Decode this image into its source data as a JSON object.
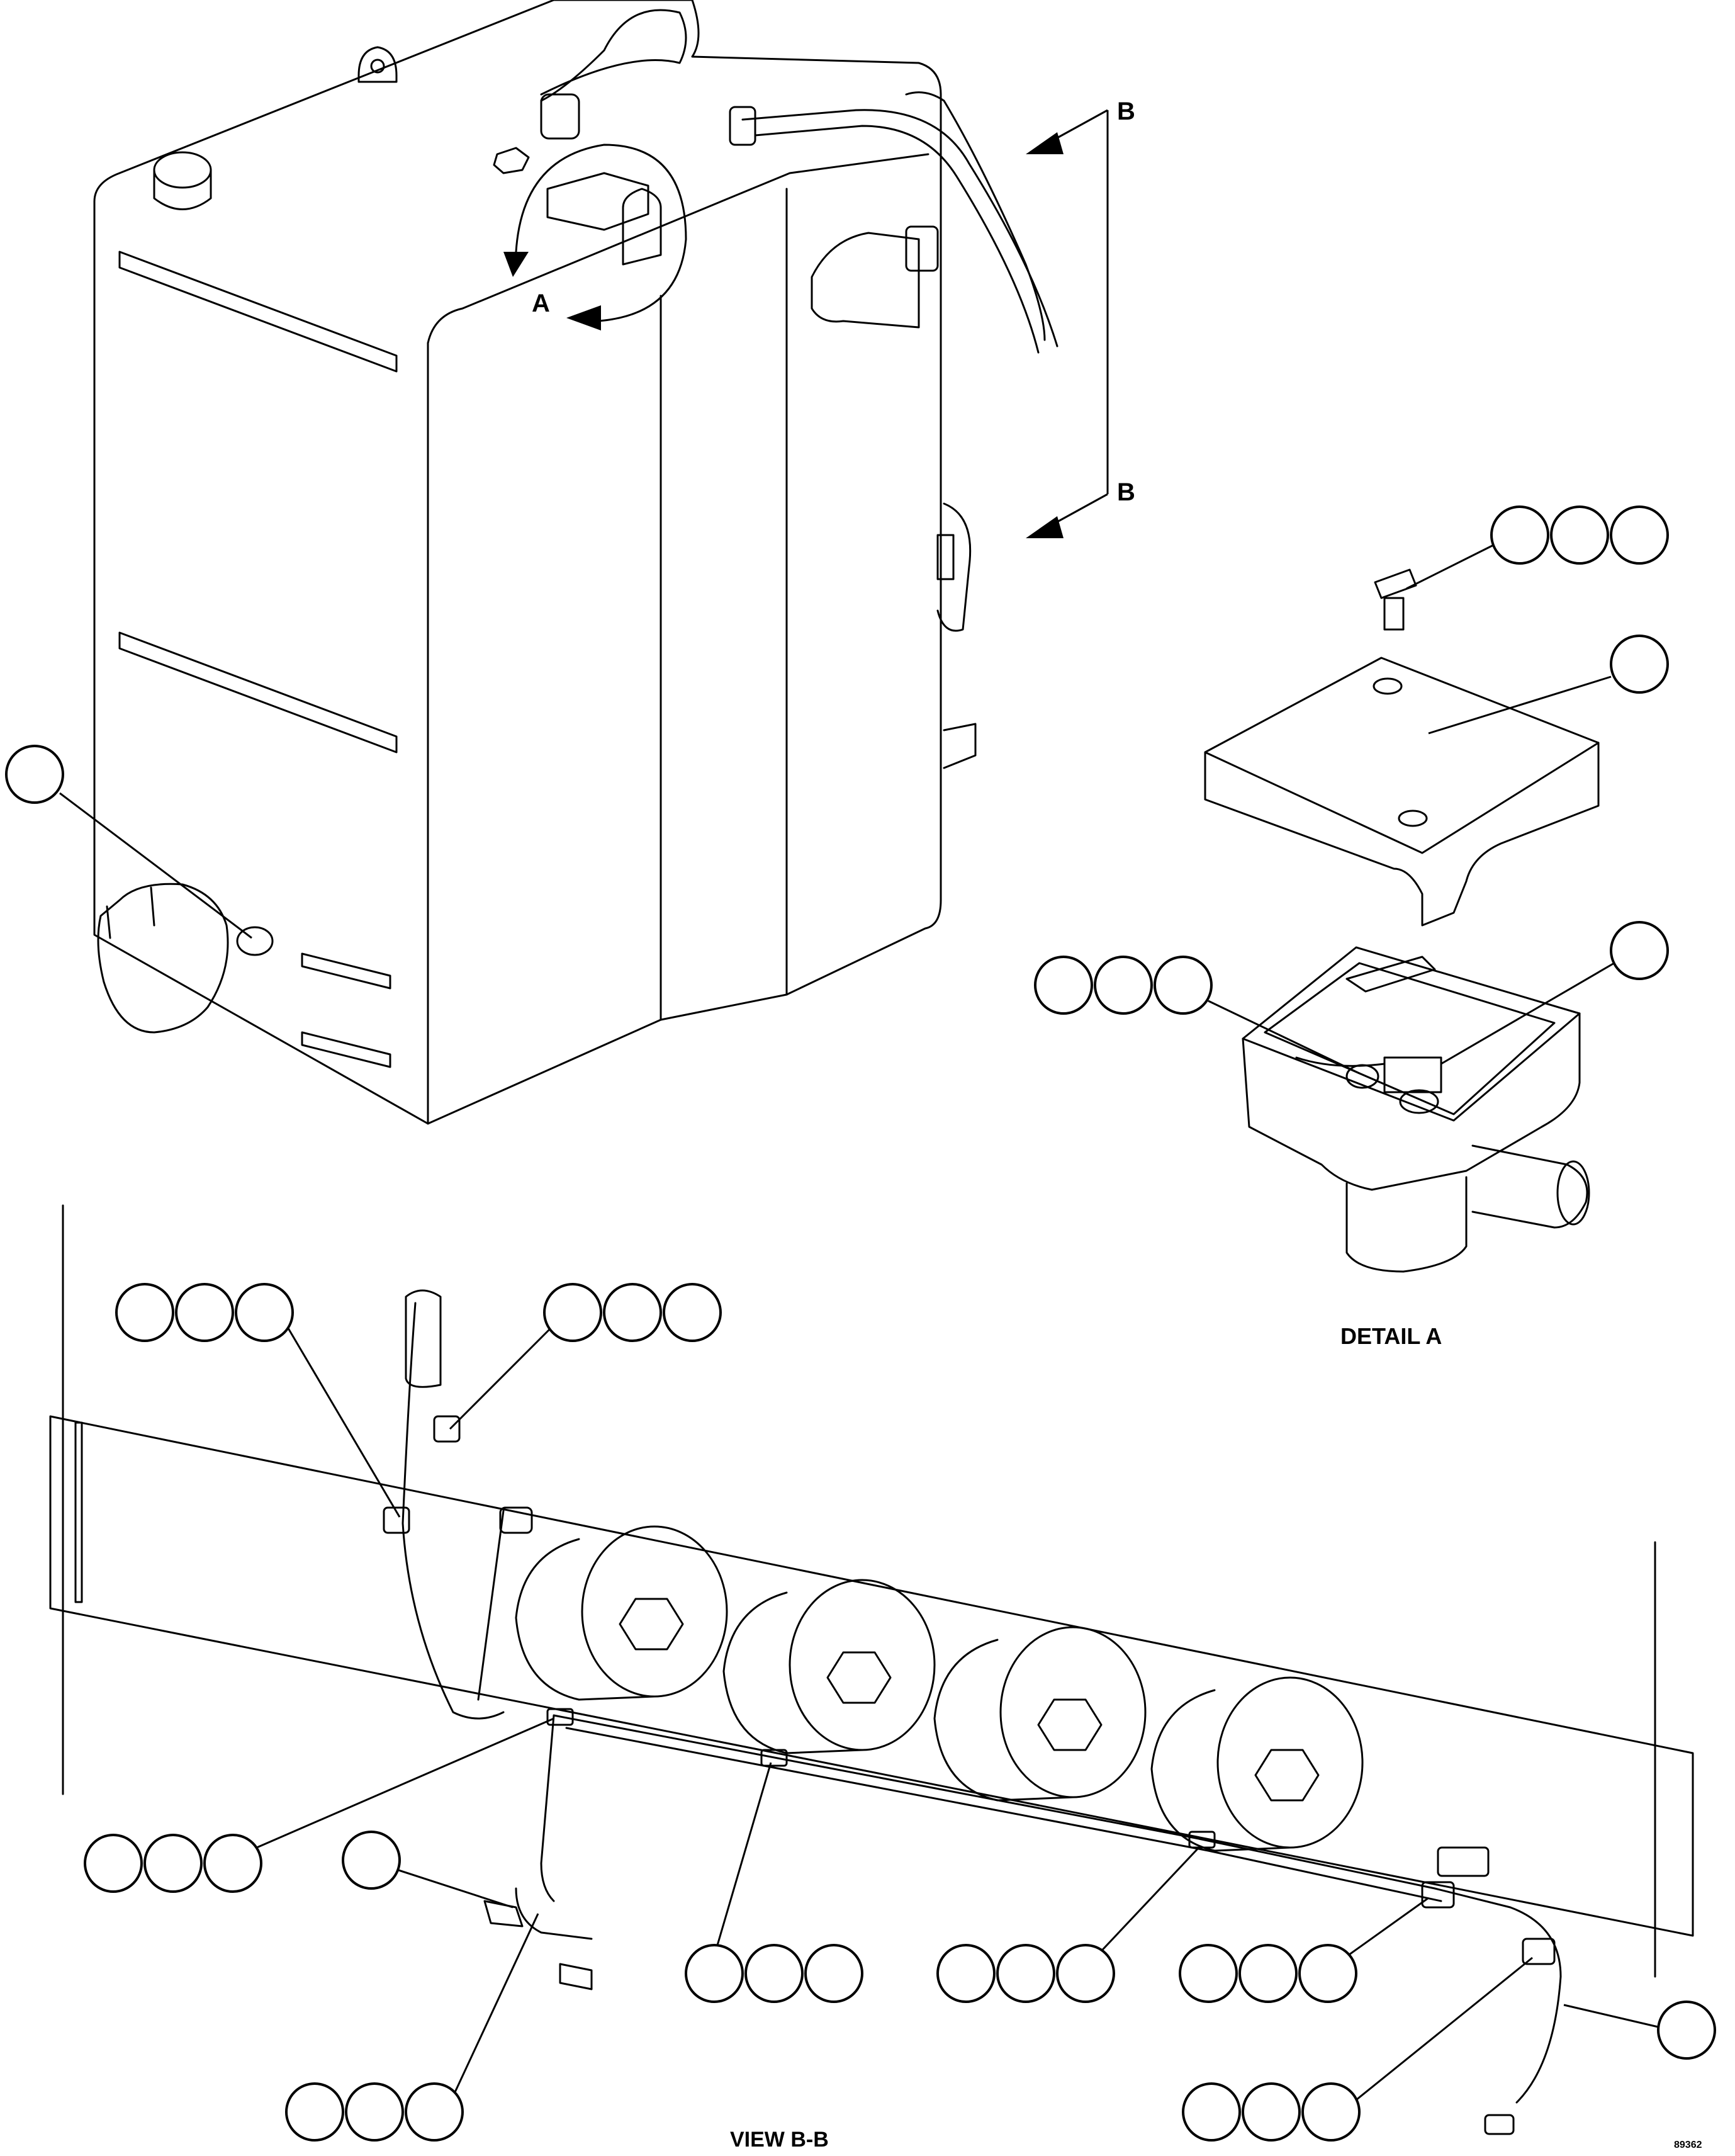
{
  "labels": {
    "detail_arrow": "A",
    "section_top": "B",
    "section_bottom": "B",
    "detail_caption": "DETAIL A",
    "view_caption": "VIEW B-B",
    "figure_id": "89362"
  },
  "callouts": {
    "tank_left": {
      "count": 1
    },
    "detail_bolt": {
      "count": 3
    },
    "detail_cover": {
      "count": 1
    },
    "detail_switch": {
      "count": 1
    },
    "detail_base": {
      "count": 3
    },
    "view_top_left": {
      "count": 3
    },
    "view_top_right": {
      "count": 3
    },
    "view_mid_left": {
      "count": 3
    },
    "view_single": {
      "count": 1
    },
    "view_bottom_left": {
      "count": 3
    },
    "view_bottom_center_a": {
      "count": 3
    },
    "view_bottom_center_b": {
      "count": 3
    },
    "view_bottom_right_a": {
      "count": 3
    },
    "view_bottom_right_b": {
      "count": 3
    },
    "view_right_single": {
      "count": 1
    }
  }
}
